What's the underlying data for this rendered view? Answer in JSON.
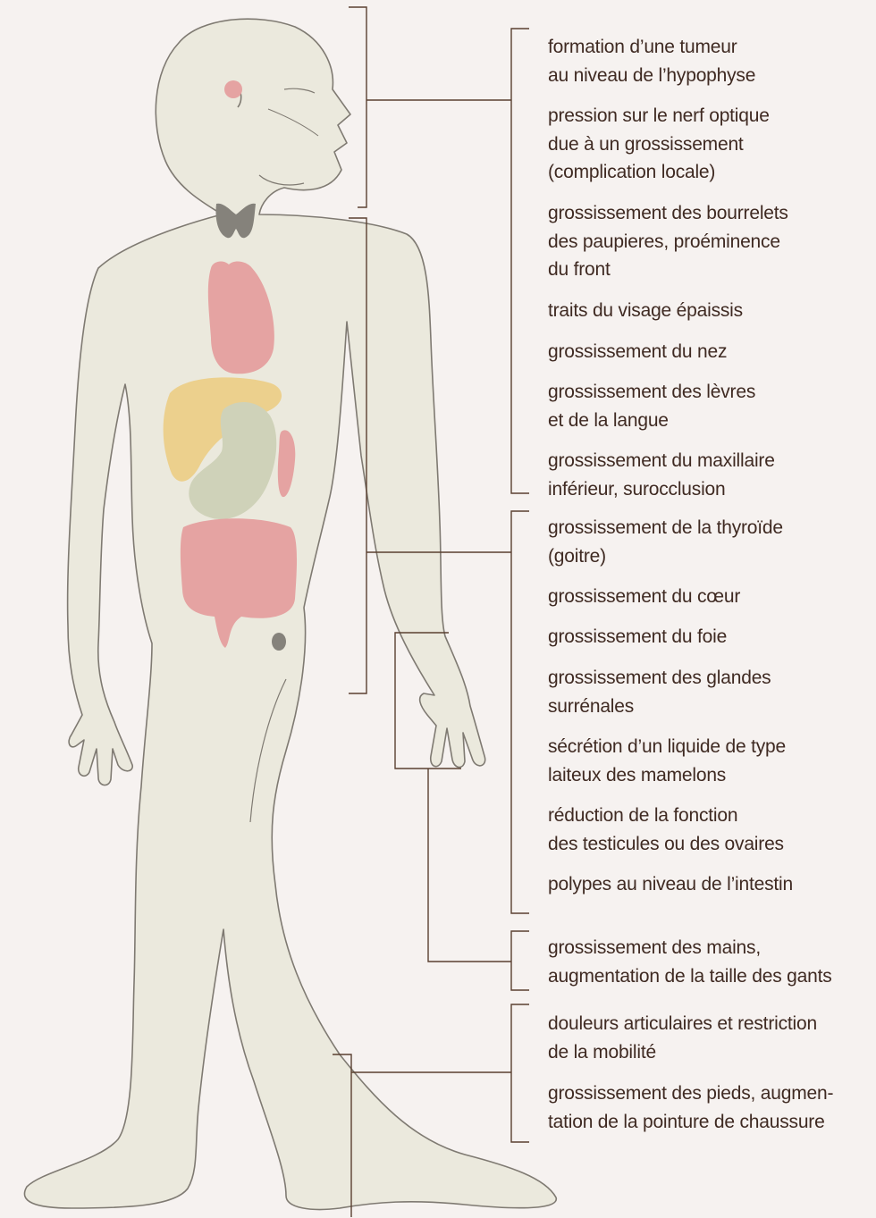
{
  "colors": {
    "background": "#f6f2f0",
    "body_fill": "#ebe9dd",
    "outline": "#7f7a72",
    "bracket_line": "#5a4030",
    "text": "#3f2a22",
    "organ_red": "#e5a3a2",
    "liver_yellow": "#ecd08d",
    "stomach_green": "#cfd2b9",
    "thyroid_dark": "#85827b"
  },
  "labels": [
    {
      "id": "pituitary-tumor",
      "text": "formation d’une tumeur\nau niveau de l’hypophyse"
    },
    {
      "id": "optic-nerve",
      "text": "pression sur le nerf optique\ndue à un grossissement\n(complication locale)"
    },
    {
      "id": "eyelids-forehead",
      "text": "grossissement des bourrelets\ndes paupieres, proéminence\ndu front"
    },
    {
      "id": "facial-features",
      "text": "traits du visage épaissis"
    },
    {
      "id": "nose",
      "text": "grossissement du nez"
    },
    {
      "id": "lips-tongue",
      "text": "grossissement des lèvres\net de la langue"
    },
    {
      "id": "jaw",
      "text": "grossissement du maxillaire\ninférieur, surocclusion"
    },
    {
      "id": "thyroid",
      "text": "grossissement de la thyroïde\n(goitre)"
    },
    {
      "id": "heart",
      "text": "grossissement du cœur"
    },
    {
      "id": "liver",
      "text": "grossissement du foie"
    },
    {
      "id": "adrenal",
      "text": "grossissement des glandes\nsurrénales"
    },
    {
      "id": "nipples",
      "text": "sécrétion d’un liquide de type\nlaiteux des mamelons"
    },
    {
      "id": "gonads",
      "text": "réduction de la fonction\ndes testicules ou des ovaires"
    },
    {
      "id": "intestine-polyps",
      "text": "polypes au niveau de l’intestin"
    },
    {
      "id": "hands",
      "text": "grossissement des mains,\naugmentation de la taille des gants"
    },
    {
      "id": "joints",
      "text": "douleurs articulaires et restriction\nde la mobilité"
    },
    {
      "id": "feet",
      "text": "grossissement des pieds, augmen-\ntation de la pointure de chaussure"
    }
  ]
}
